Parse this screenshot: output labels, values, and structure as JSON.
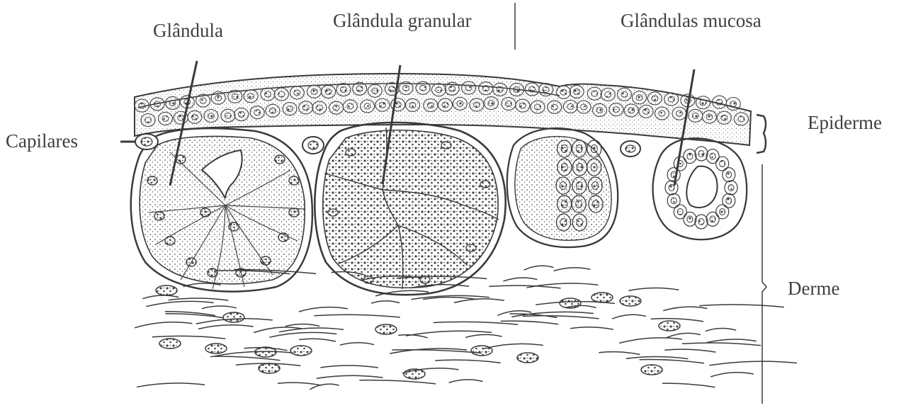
{
  "labels": {
    "glandula": "Glândula",
    "glandula_granular": "Glândula granular",
    "glandulas_mucosa": "Glândulas mucosa",
    "capilares": "Capilares",
    "epiderme": "Epiderme",
    "derme": "Derme"
  },
  "colors": {
    "ink": "#404040",
    "stipple": "#555555",
    "nucleus": "#6a6a6a",
    "background": "#ffffff"
  }
}
